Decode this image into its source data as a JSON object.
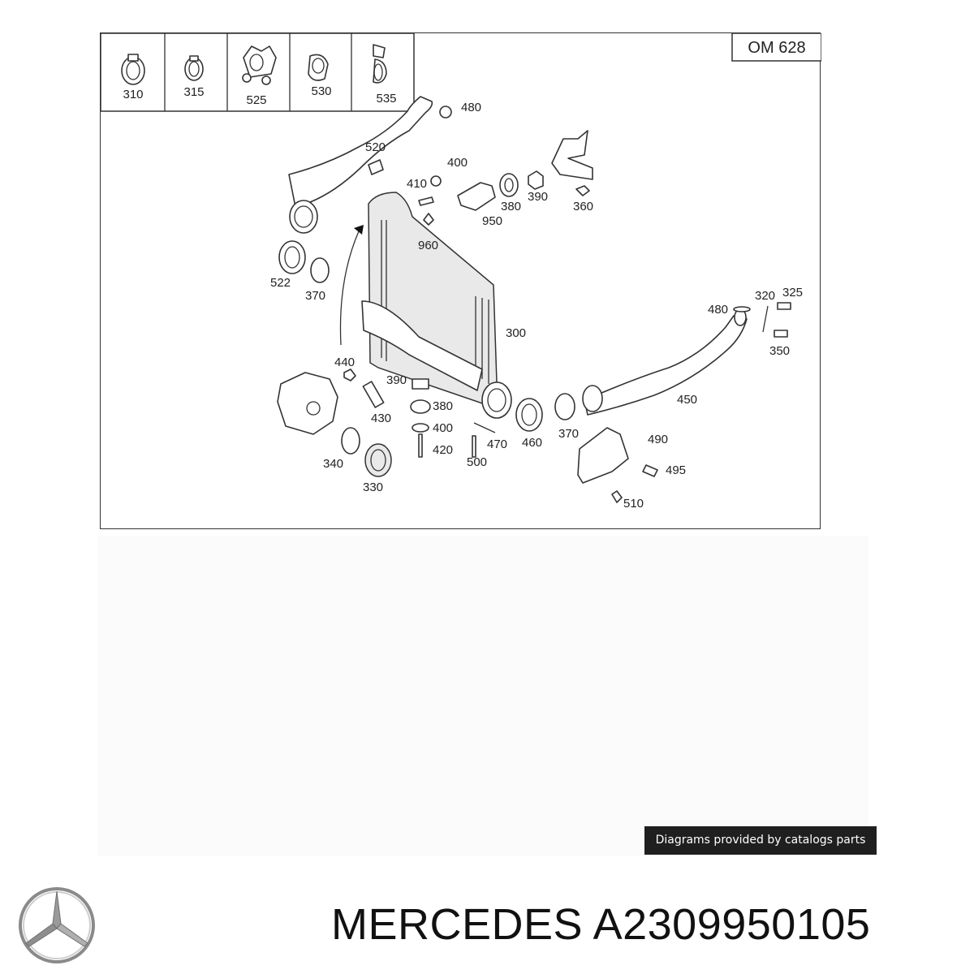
{
  "diagram": {
    "engine_code": "OM 628",
    "inset_parts": [
      "310",
      "315",
      "525",
      "530",
      "535"
    ],
    "callouts": {
      "p480a": "480",
      "p520": "520",
      "p400a": "400",
      "p410": "410",
      "p380a": "380",
      "p390a": "390",
      "p360": "360",
      "p950": "950",
      "p960": "960",
      "p522": "522",
      "p370a": "370",
      "p300": "300",
      "p440": "440",
      "p390b": "390",
      "p380b": "380",
      "p400b": "400",
      "p420": "420",
      "p430": "430",
      "p340": "340",
      "p330": "330",
      "p470": "470",
      "p500": "500",
      "p460": "460",
      "p370b": "370",
      "p450": "450",
      "p490": "490",
      "p495": "495",
      "p510": "510",
      "p480b": "480",
      "p320": "320",
      "p325": "325",
      "p350": "350"
    }
  },
  "credit": "Diagrams provided by catalogs parts",
  "brand": {
    "name": "MERCEDES",
    "part_number": "A2309950105"
  }
}
